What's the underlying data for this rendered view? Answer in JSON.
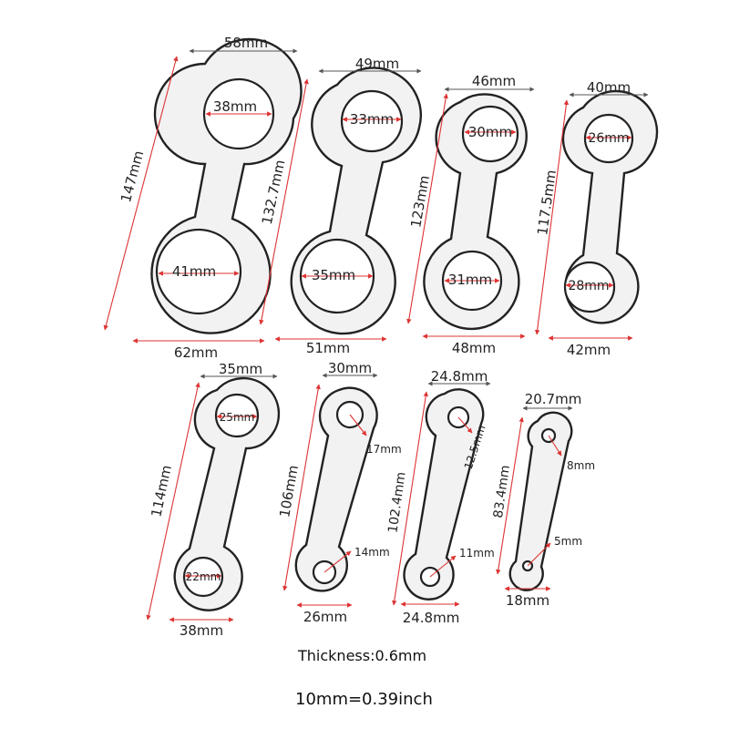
{
  "parts": [
    {
      "id": "p1",
      "top": "58mm",
      "side": "147mm",
      "top_hole": "38mm",
      "bottom_hole": "41mm",
      "bottom": "62mm"
    },
    {
      "id": "p2",
      "top": "49mm",
      "side": "132.7mm",
      "top_hole": "33mm",
      "bottom_hole": "35mm",
      "bottom": "51mm"
    },
    {
      "id": "p3",
      "top": "46mm",
      "side": "123mm",
      "top_hole": "30mm",
      "bottom_hole": "31mm",
      "bottom": "48mm"
    },
    {
      "id": "p4",
      "top": "40mm",
      "side": "117.5mm",
      "top_hole": "26mm",
      "bottom_hole": "28mm",
      "bottom": "42mm"
    },
    {
      "id": "p5",
      "top": "35mm",
      "side": "114mm",
      "top_hole": "25mm",
      "bottom_hole": "22mm",
      "bottom": "38mm"
    },
    {
      "id": "p6",
      "top": "30mm",
      "side": "106mm",
      "top_hole": "17mm",
      "bottom_hole": "14mm",
      "bottom": "26mm"
    },
    {
      "id": "p7",
      "top": "24.8mm",
      "side": "102.4mm",
      "top_hole": "12.5mm",
      "bottom_hole": "11mm",
      "bottom": "24.8mm"
    },
    {
      "id": "p8",
      "top": "20.7mm",
      "side": "83.4mm",
      "top_hole": "8mm",
      "bottom_hole": "5mm",
      "bottom": "18mm"
    }
  ],
  "footer": {
    "thickness": "Thickness:0.6mm",
    "conversion": "10mm=0.39inch"
  },
  "colors": {
    "dimension_line": "#dd3333",
    "outline": "#222222",
    "fill": "#f2f2f2"
  }
}
